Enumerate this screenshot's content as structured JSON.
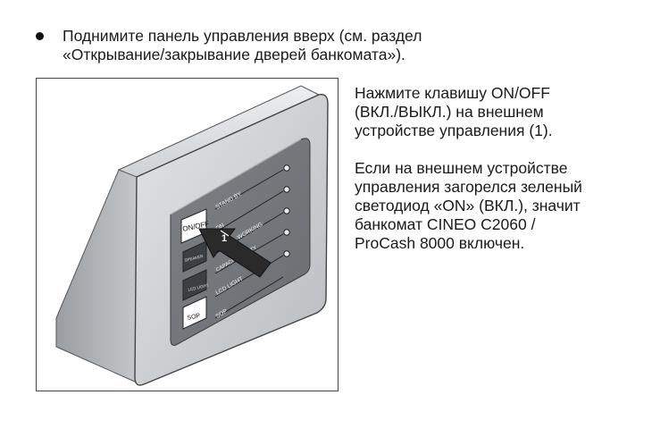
{
  "intro": {
    "lines": [
      "Поднимите панель управления вверх (см. раздел",
      "«Открывание/закрывание дверей банкомата»)."
    ]
  },
  "figure": {
    "buttons": {
      "on_off": "ON/OFF",
      "speaker": "SPEAKER",
      "lcd_light": "LCD LIGHT",
      "sop": "SOP"
    },
    "led_labels": [
      "STAND BY",
      "ON",
      "WORKING",
      "CAPACITY/EMPTY",
      "LCD LIGHT",
      "SOP"
    ],
    "callout": "1"
  },
  "instructions": {
    "para1": [
      "Нажмите клавишу ON/OFF",
      "(ВКЛ./ВЫКЛ.) на внешнем",
      "устройстве управления (1)."
    ],
    "para2": [
      "Если на внешнем устройстве",
      "управления загорелся зеленый",
      "светодиод «ON» (ВКЛ.), значит",
      "банкомат CINEO C2060 /",
      "ProCash 8000 включен."
    ]
  }
}
